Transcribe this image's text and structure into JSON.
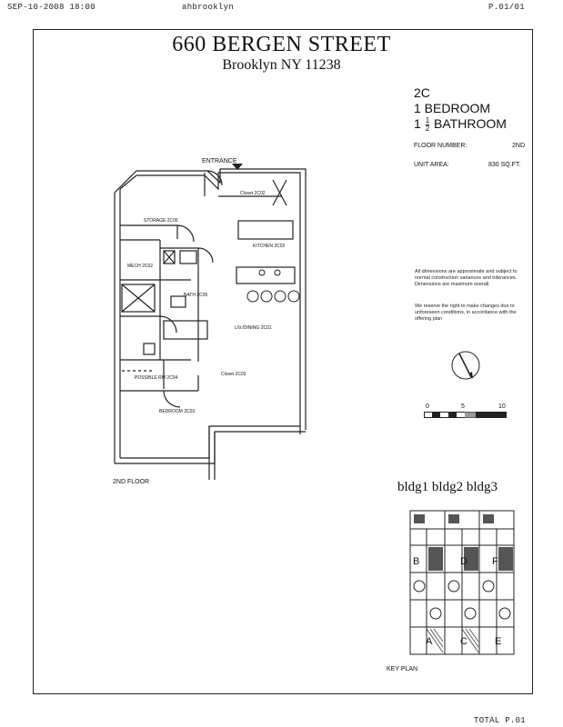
{
  "fax_header": {
    "datetime": "SEP-10-2008  18:00",
    "sender": "ahbrooklyn",
    "page": "P.01/01"
  },
  "building": {
    "title": "660 BERGEN STREET",
    "address": "Brooklyn NY 11238"
  },
  "unit": {
    "code": "2C",
    "bedrooms": "1 BEDROOM",
    "bath_whole": "1",
    "bath_num": "1",
    "bath_den": "2",
    "bath_label": "BATHROOM",
    "floor_label": "FLOOR NUMBER:",
    "floor_value": "2ND",
    "area_label": "UNIT AREA:",
    "area_value": "830 SQ.FT."
  },
  "notes": {
    "dimensions": "All dimensions are approximate and subject to normal construction variances and tolerances. Dimensions are maximum overall.",
    "reserve": "We reserve the right to make changes due to unforeseen conditions, in accordance with the offering plan"
  },
  "scale_bar": {
    "tick_0": "0",
    "tick_5": "5",
    "tick_10": "10"
  },
  "plan": {
    "entrance": "ENTRANCE",
    "floor_caption": "2ND FLOOR",
    "rooms": {
      "closet_a": "Closet  2C02",
      "storage": "STORAGE  2C06",
      "kitchen": "KITCHEN  2C02",
      "mech": "MECH 2C02",
      "bath": "BATH 2C05",
      "living": "LIV./DINING  2C01",
      "possible_rm": "POSSIBLE RM  2C04",
      "closet_b": "Closet  2C03",
      "bedroom": "BEDROOM  2C03"
    }
  },
  "key_plan": {
    "bldg1": "bldg1",
    "bldg2": "bldg2",
    "bldg3": "bldg3",
    "caption": "KEY PLAN",
    "letters": {
      "B": "B",
      "D": "D",
      "F": "F",
      "A": "A",
      "C": "C",
      "E": "E"
    }
  },
  "fax_footer": {
    "total": "TOTAL P.01"
  }
}
